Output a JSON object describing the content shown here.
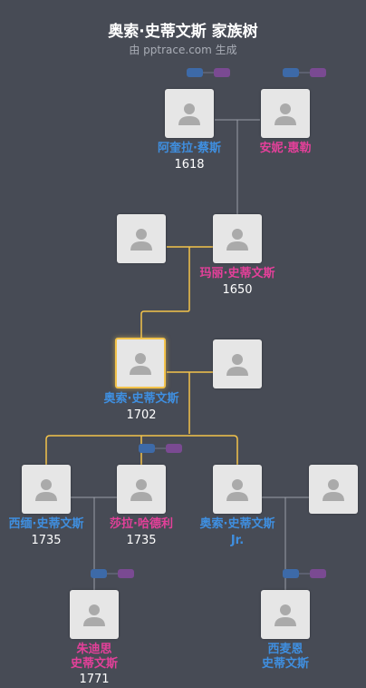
{
  "header": {
    "title": "奥索·史蒂文斯 家族树",
    "subtitle": "由 pptrace.com 生成"
  },
  "people": [
    {
      "id": "p1",
      "name": "阿奎拉·蔡斯",
      "year": "1618",
      "sex": "male"
    },
    {
      "id": "p2",
      "name": "安妮·惠勒",
      "year": "",
      "sex": "female"
    },
    {
      "id": "p3",
      "name": "",
      "year": "",
      "sex": "unknown"
    },
    {
      "id": "p4",
      "name": "玛丽·史蒂文斯",
      "year": "1650",
      "sex": "female"
    },
    {
      "id": "p5",
      "name": "奥索·史蒂文斯",
      "year": "1702",
      "sex": "male",
      "focus": true
    },
    {
      "id": "p6",
      "name": "",
      "year": "",
      "sex": "unknown"
    },
    {
      "id": "p7",
      "name": "西缅·史蒂文斯",
      "year": "1735",
      "sex": "male"
    },
    {
      "id": "p8",
      "name": "莎拉·哈德利",
      "year": "1735",
      "sex": "female"
    },
    {
      "id": "p9",
      "name": "奥索·史蒂文斯",
      "year": "Jr.",
      "sex": "male"
    },
    {
      "id": "p10",
      "name": "",
      "year": "",
      "sex": "unknown"
    },
    {
      "id": "p11",
      "name": "朱迪思\n史蒂文斯",
      "year": "1771",
      "sex": "female"
    },
    {
      "id": "p12",
      "name": "西麦恩\n史蒂文斯",
      "year": "",
      "sex": "male"
    }
  ],
  "colors": {
    "background": "#474b55",
    "male": "#3f8fe0",
    "female": "#e4409a",
    "focus_line": "#f3c34b",
    "line": "#9a9ea8"
  }
}
